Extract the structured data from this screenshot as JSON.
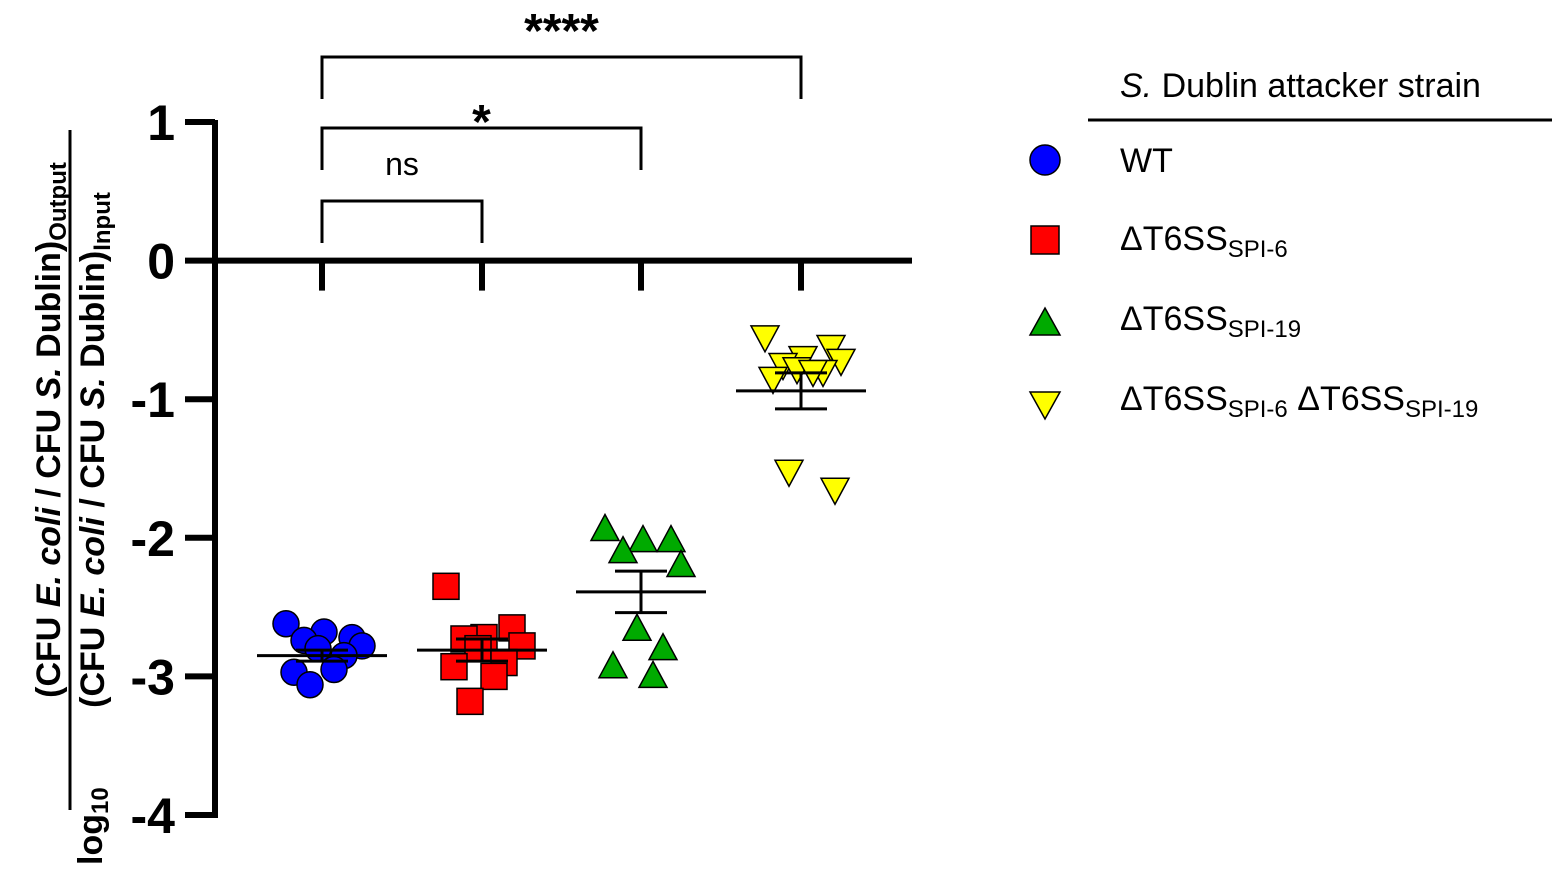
{
  "chart_data": {
    "type": "scatter",
    "ylabel": {
      "prefix": "log",
      "prefix_sub": "10",
      "numerator": {
        "open": "(CFU ",
        "species_1": "E. coli",
        "middle": " / CFU ",
        "species_2": "S.",
        "rest": " Dublin)",
        "sub": "Output"
      },
      "denominator": {
        "open": "(CFU ",
        "species_1": "E. coli",
        "middle": " / CFU ",
        "species_2": "S.",
        "rest": " Dublin)",
        "sub": "Input"
      }
    },
    "ylim": [
      -4,
      1
    ],
    "yticks": [
      1,
      0,
      -1,
      -2,
      -3,
      -4
    ],
    "ytick_labels": [
      "1",
      "0",
      "-1",
      "-2",
      "-3",
      "-4"
    ],
    "grid": false,
    "legend": {
      "position": "right",
      "title_italic": "S.",
      "title_rest": " Dublin attacker strain"
    },
    "series": [
      {
        "name": "WT",
        "name_main": "WT",
        "marker": "circle",
        "color": "#0000ff",
        "values": [
          -2.62,
          -2.72,
          -2.68,
          -2.74,
          -2.78,
          -2.8,
          -2.85,
          -2.97,
          -2.95,
          -3.06
        ],
        "mean": -2.85,
        "sem": 0.04
      },
      {
        "name": "ΔT6SS SPI-6",
        "name_main": "ΔT6SS",
        "name_sub": "SPI-6",
        "marker": "square",
        "color": "#ff0000",
        "values": [
          -2.35,
          -2.65,
          -2.72,
          -2.73,
          -2.78,
          -2.8,
          -2.9,
          -2.93,
          -3.0,
          -3.18
        ],
        "mean": -2.81,
        "sem": 0.08
      },
      {
        "name": "ΔT6SS SPI-19",
        "name_main": "ΔT6SS",
        "name_sub": "SPI-19",
        "marker": "triangle-up",
        "color": "#00aa00",
        "values": [
          -1.94,
          -2.02,
          -2.02,
          -2.1,
          -2.2,
          -2.66,
          -2.8,
          -2.93,
          -3.0
        ],
        "mean": -2.39,
        "sem": 0.15
      },
      {
        "name": "ΔT6SS SPI-6 ΔT6SS SPI-19",
        "name_main": "ΔT6SS",
        "name_sub": "SPI-6",
        "name_main_2": " ΔT6SS",
        "name_sub_2": "SPI-19",
        "marker": "triangle-down",
        "color": "#ffff00",
        "values": [
          -0.55,
          -0.62,
          -0.7,
          -0.75,
          -0.72,
          -0.78,
          -0.8,
          -0.85,
          -0.8,
          -1.52,
          -1.65
        ],
        "mean": -0.94,
        "sem": 0.13
      }
    ],
    "comparisons": [
      {
        "groups": [
          0,
          1
        ],
        "label": "ns"
      },
      {
        "groups": [
          0,
          2
        ],
        "label": "*"
      },
      {
        "groups": [
          0,
          3
        ],
        "label": "****"
      }
    ]
  }
}
